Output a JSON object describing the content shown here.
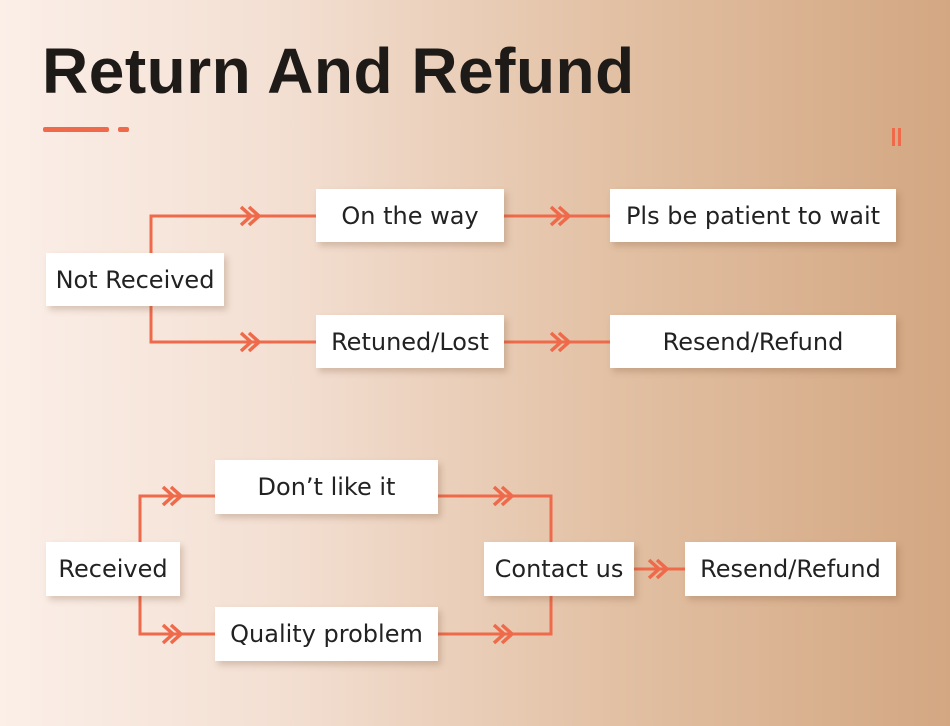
{
  "title": "Return And Refund",
  "accent_color": "#ee6a4a",
  "flow_not_received": {
    "start": "Not Received",
    "branch_a": "On the way",
    "result_a": "Pls be patient to wait",
    "branch_b": "Retuned/Lost",
    "result_b": "Resend/Refund"
  },
  "flow_received": {
    "start": "Received",
    "branch_a": "Don’t like it",
    "branch_b": "Quality problem",
    "merge": "Contact us",
    "result": "Resend/Refund"
  }
}
